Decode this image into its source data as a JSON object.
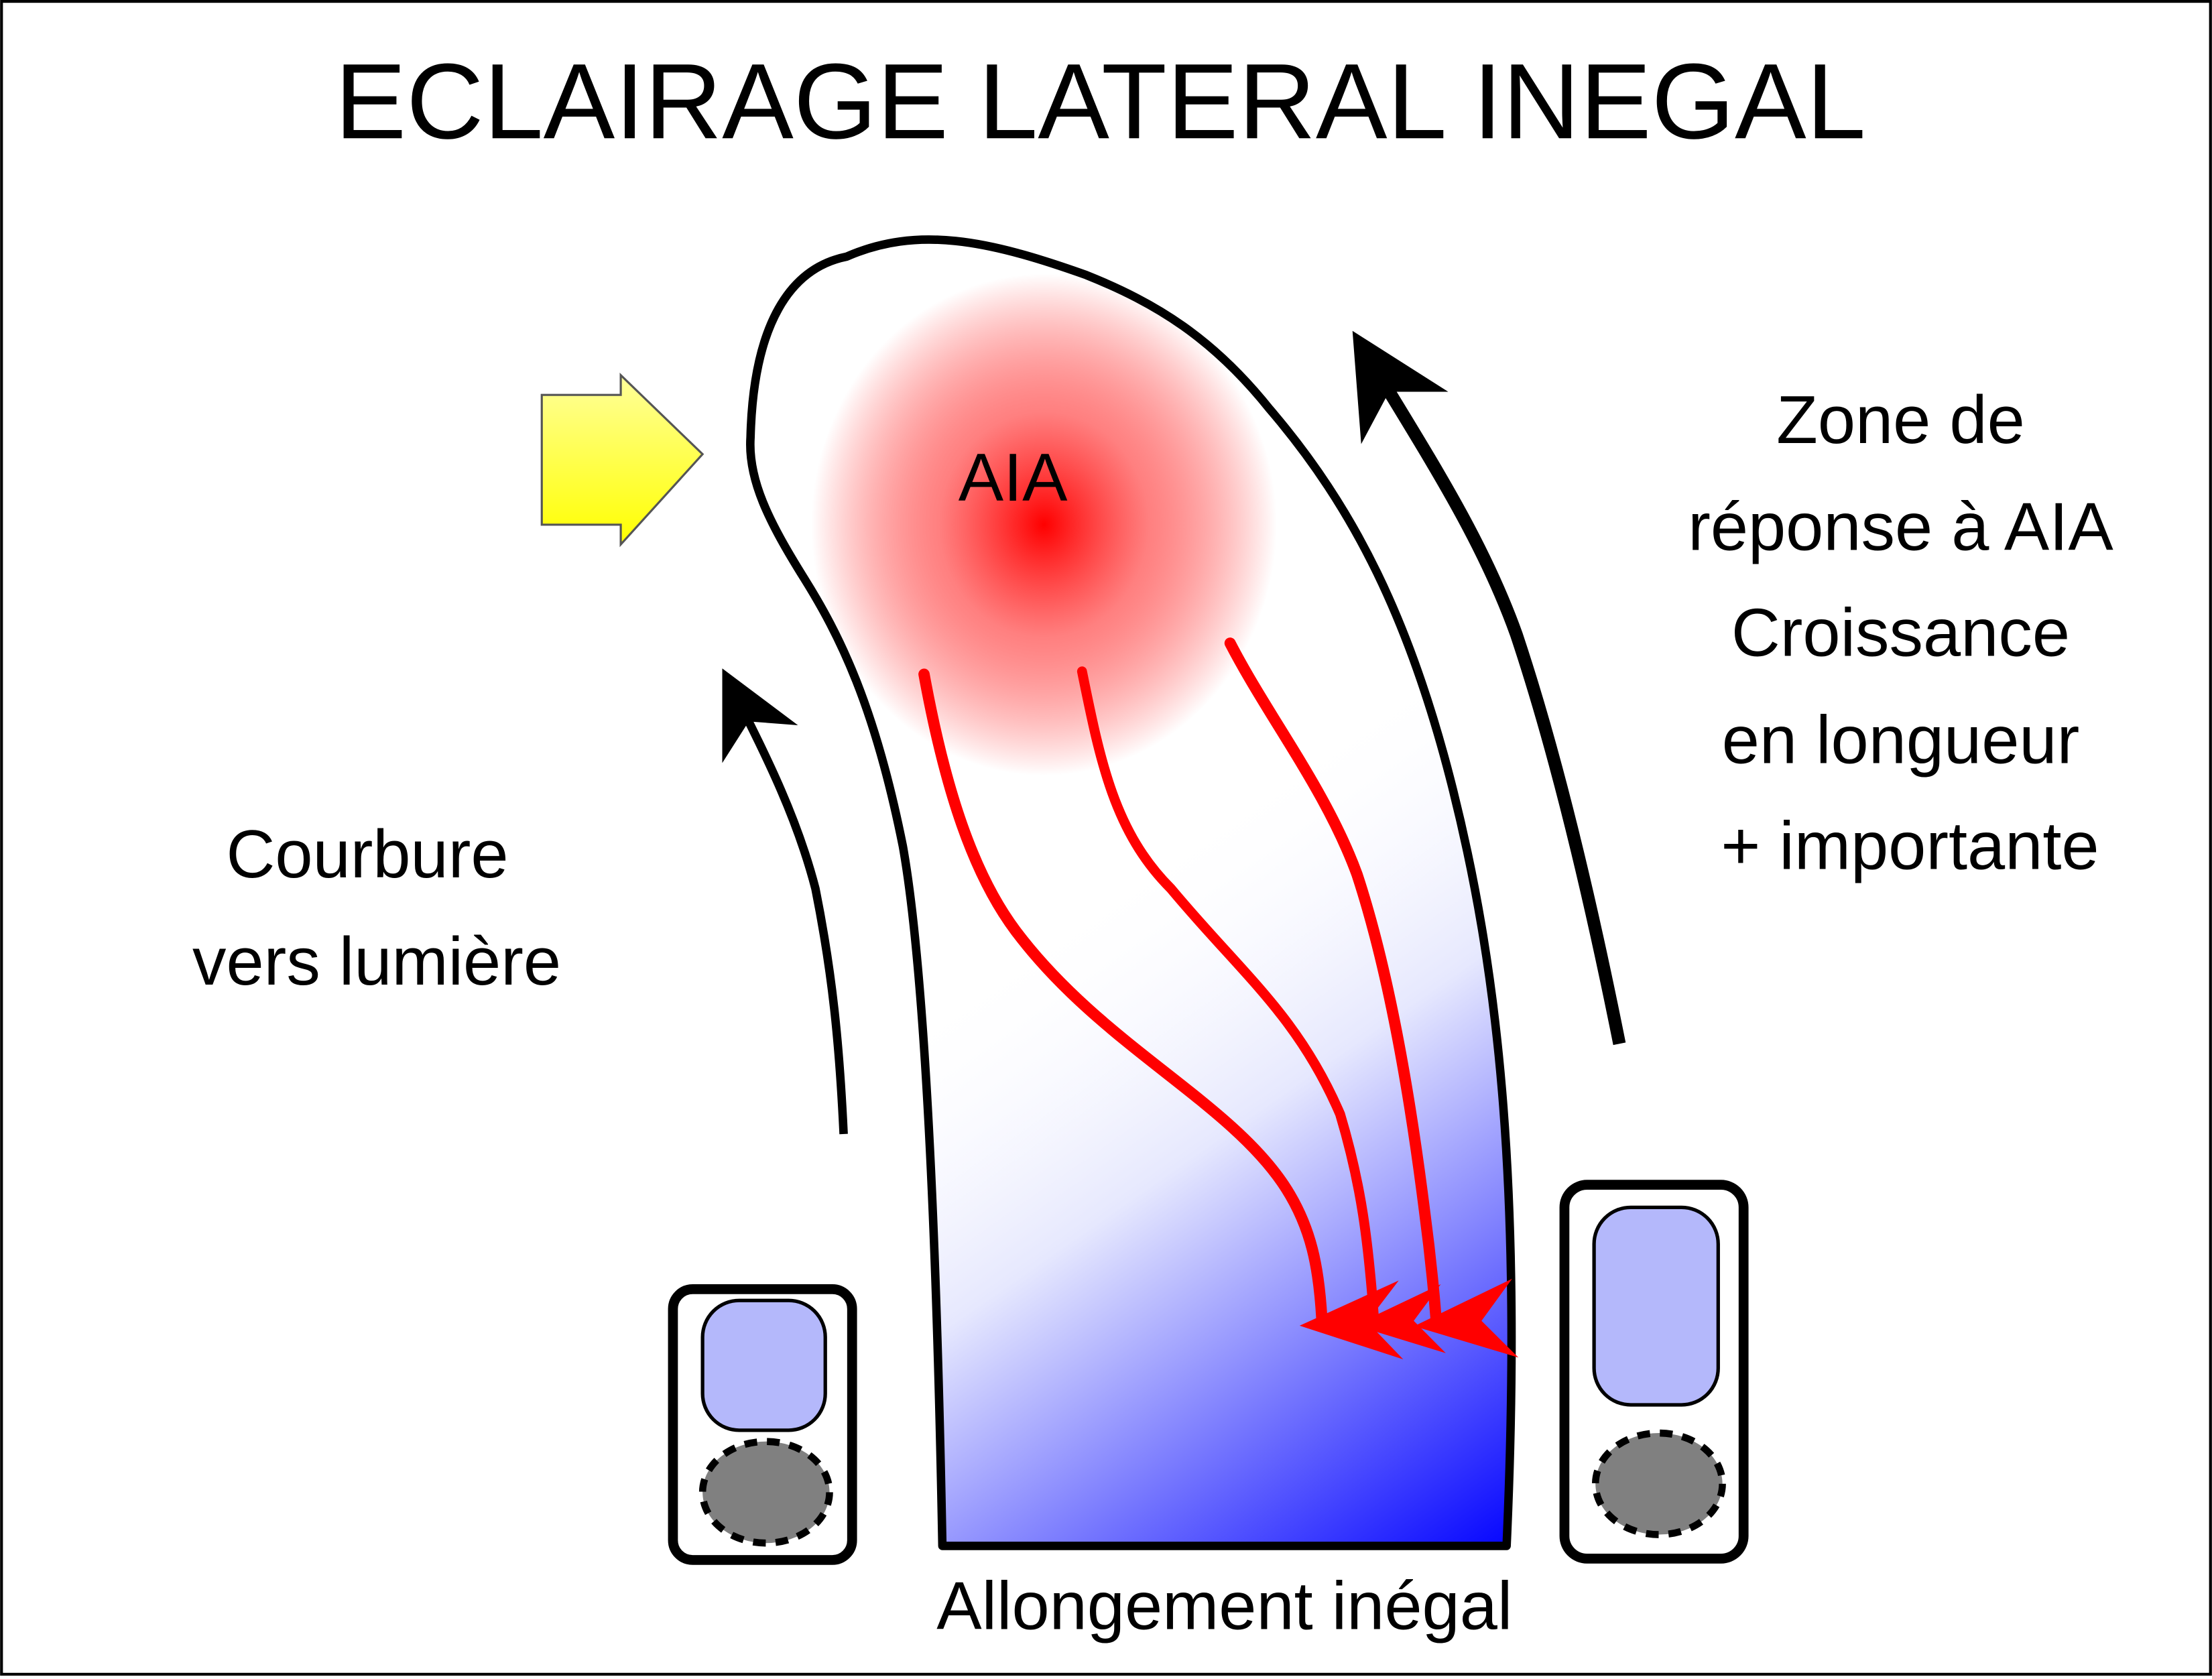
{
  "title": "ECLAIRAGE LATERAL INEGAL",
  "hormone_label": "AIA",
  "left_caption": [
    "Courbure",
    "vers lumière"
  ],
  "right_caption": [
    "Zone de",
    "réponse à AIA",
    "Croissance",
    "en longueur",
    "+ importante"
  ],
  "bottom_caption": "Allongement inégal",
  "colors": {
    "light_arrow": "#ffff00",
    "auxin": "#ff0000",
    "response_zone": "#0000ff",
    "vacuole": "#b4b8fb",
    "nucleus": "#808080"
  }
}
